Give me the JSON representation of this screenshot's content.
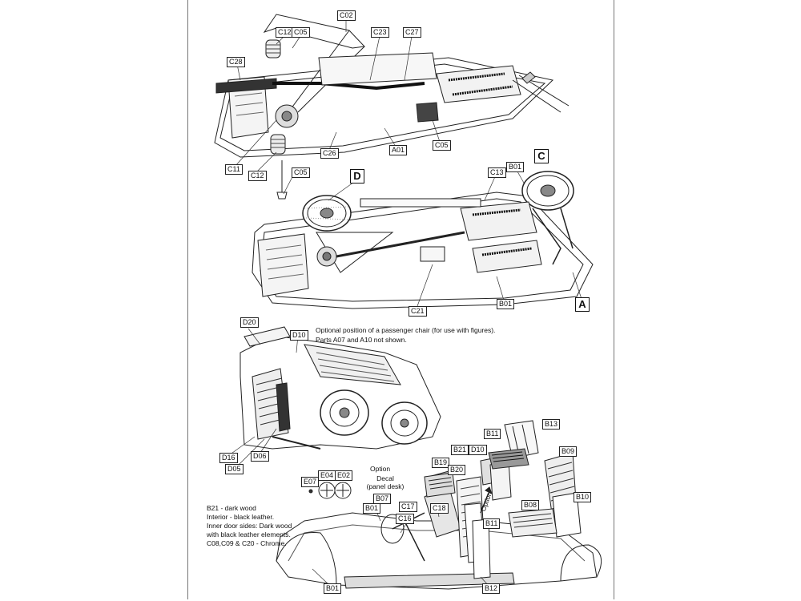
{
  "labels": {
    "c02": "C02",
    "c12a": "C12",
    "c05a": "C05",
    "c23": "C23",
    "c27": "C27",
    "c28": "C28",
    "c11": "C11",
    "c12b": "C12",
    "c05b": "C05",
    "c26": "C26",
    "a01": "A01",
    "c05c": "C05",
    "b01a": "B01",
    "c13": "C13",
    "c21": "C21",
    "b01b": "B01",
    "d20": "D20",
    "d10a": "D10",
    "d16": "D16",
    "d05": "D05",
    "d06": "D06",
    "b13": "B13",
    "b11a": "B11",
    "d10b": "D10",
    "b21": "B21",
    "b09": "B09",
    "b19": "B19",
    "b20": "B20",
    "e07": "E07",
    "e04": "E04",
    "e02": "E02",
    "b07": "B07",
    "b01c": "B01",
    "c17": "C17",
    "c18": "C18",
    "c16": "C16",
    "b08": "B08",
    "b10": "B10",
    "b11b": "B11",
    "b01d": "B01",
    "b12": "B12"
  },
  "markers": {
    "c": "C",
    "d": "D",
    "a": "A"
  },
  "notes": {
    "passenger_line1": "Optional position of a passenger chair (for use with figures).",
    "passenger_line2": "Parts A07 and A10 not shown.",
    "option1": "Option",
    "decal_line1": "Decal",
    "decal_line2": "(panel desk)",
    "option2": "Option",
    "legend": [
      "B21 - dark wood",
      "Interior - black leather.",
      "Inner door sides: Dark wood",
      "with black leather elements.",
      "C08,C09 & C20 - Chrome."
    ]
  }
}
